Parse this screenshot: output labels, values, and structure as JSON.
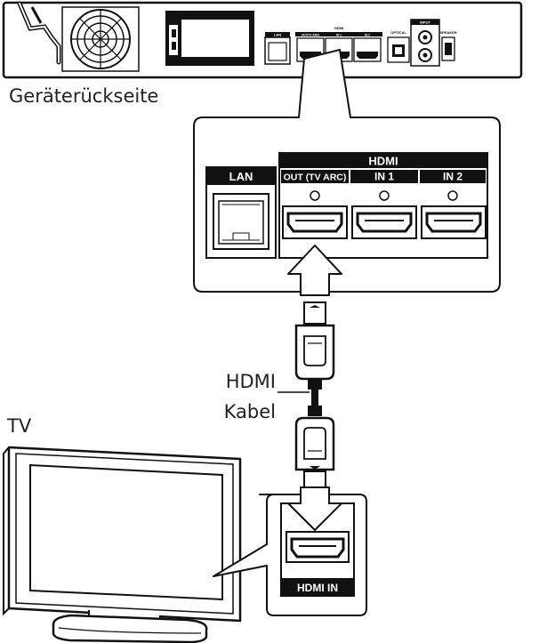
{
  "labels": {
    "rear_panel": "Geräterückseite",
    "tv": "TV",
    "cable_line1": "HDMI",
    "cable_line2": "Kabel"
  },
  "panel": {
    "lan": "LAN",
    "hdmi_header": "HDMI",
    "out": "OUT (TV ARC)",
    "in1": "IN 1",
    "in2": "IN 2"
  },
  "tv_port": {
    "label": "HDMI IN"
  },
  "rear_small_labels": {
    "lan": "LAN",
    "hdmi": "HDMI",
    "out": "OUT(TV ARC)",
    "in1": "IN 1",
    "in2": "IN 2",
    "input": "INPUT",
    "optical": "OPTICAL",
    "speaker": "SPEAKER"
  }
}
